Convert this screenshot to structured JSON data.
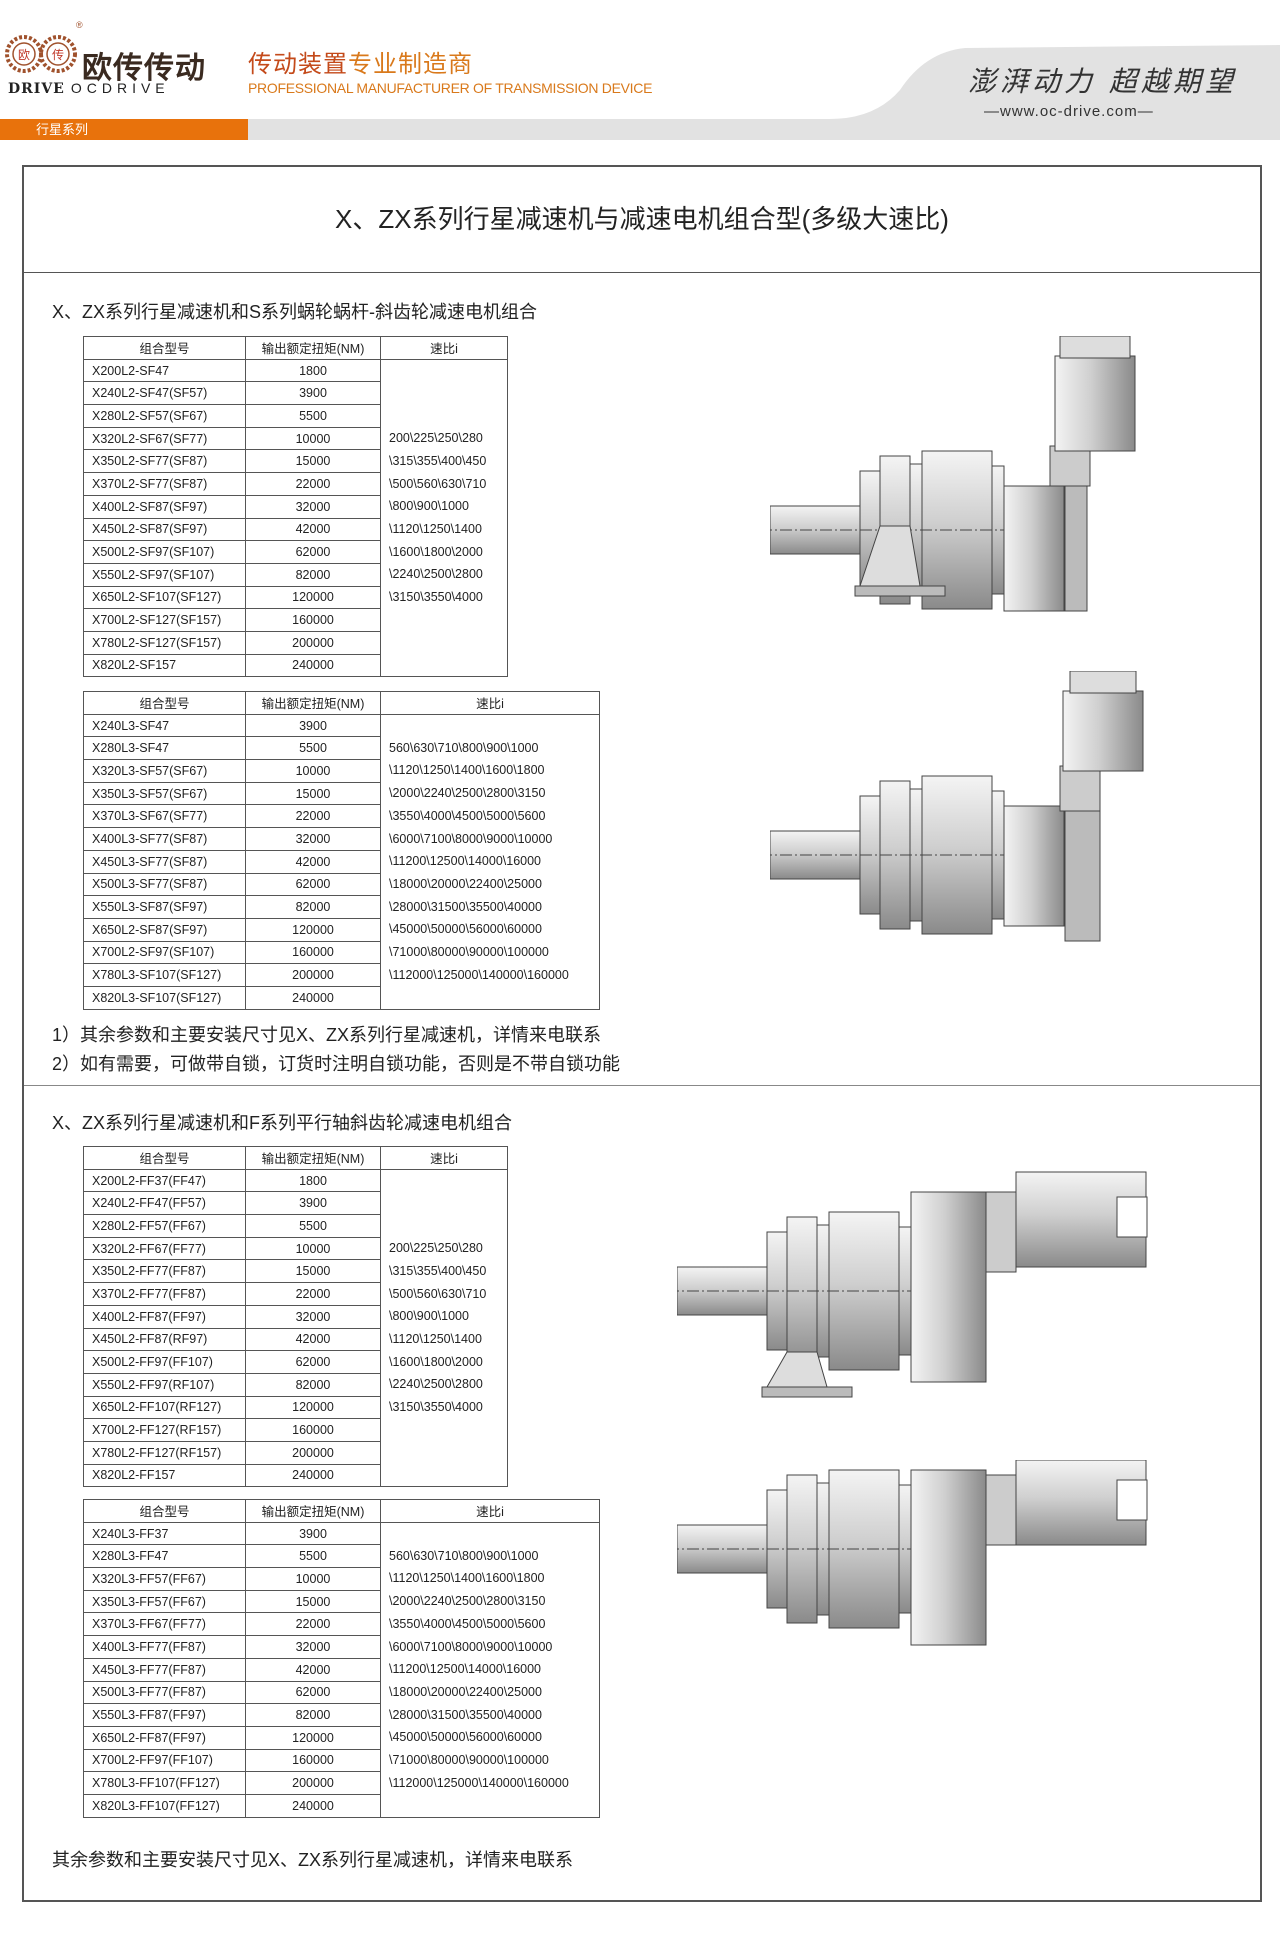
{
  "header": {
    "brand_cn": "欧传传动",
    "brand_en_left": "DRIVE",
    "brand_en": "OCDRIVE",
    "logo_chars": [
      "欧",
      "传"
    ],
    "registered": "®",
    "slogan_cn_a": "传动装置",
    "slogan_cn_b": "专业制造商",
    "slogan_en": "PROFESSIONAL MANUFACTURER OF TRANSMISSION DEVICE",
    "motto": "澎湃动力 超越期望",
    "website": "—www.oc-drive.com—",
    "category_tab": "行星系列",
    "colors": {
      "orange": "#e8720c",
      "red": "#c44a1a"
    }
  },
  "page_title": "X、ZX系列行星减速机与减速电机组合型(多级大速比)",
  "section1": {
    "heading": "X、ZX系列行星减速机和S系列蜗轮蜗杆-斜齿轮减速电机组合",
    "notes": [
      "1）其余参数和主要安装尺寸见X、ZX系列行星减速机，详情来电联系",
      "2）如有需要，可做带自锁，订货时注明自锁功能，否则是不带自锁功能"
    ]
  },
  "section2": {
    "heading": "X、ZX系列行星减速机和F系列平行轴斜齿轮减速电机组合",
    "note": "其余参数和主要安装尺寸见X、ZX系列行星减速机，详情来电联系"
  },
  "columns": [
    "组合型号",
    "输出额定扭矩(NM)",
    "速比i"
  ],
  "tables": [
    {
      "rows": [
        [
          "X200L2-SF47",
          "1800"
        ],
        [
          "X240L2-SF47(SF57)",
          "3900"
        ],
        [
          "X280L2-SF57(SF67)",
          "5500"
        ],
        [
          "X320L2-SF67(SF77)",
          "10000"
        ],
        [
          "X350L2-SF77(SF87)",
          "15000"
        ],
        [
          "X370L2-SF77(SF87)",
          "22000"
        ],
        [
          "X400L2-SF87(SF97)",
          "32000"
        ],
        [
          "X450L2-SF87(SF97)",
          "42000"
        ],
        [
          "X500L2-SF97(SF107)",
          "62000"
        ],
        [
          "X550L2-SF97(SF107)",
          "82000"
        ],
        [
          "X650L2-SF107(SF127)",
          "120000"
        ],
        [
          "X700L2-SF127(SF157)",
          "160000"
        ],
        [
          "X780L2-SF127(SF157)",
          "200000"
        ],
        [
          "X820L2-SF157",
          "240000"
        ]
      ],
      "ratios": [
        "200\\225\\250\\280",
        "\\315\\355\\400\\450",
        "\\500\\560\\630\\710",
        "\\800\\900\\1000",
        "\\1120\\1250\\1400",
        "\\1600\\1800\\2000",
        "\\2240\\2500\\2800",
        "\\3150\\3550\\4000"
      ]
    },
    {
      "rows": [
        [
          "X240L3-SF47",
          "3900"
        ],
        [
          "X280L3-SF47",
          "5500"
        ],
        [
          "X320L3-SF57(SF67)",
          "10000"
        ],
        [
          "X350L3-SF57(SF67)",
          "15000"
        ],
        [
          "X370L3-SF67(SF77)",
          "22000"
        ],
        [
          "X400L3-SF77(SF87)",
          "32000"
        ],
        [
          "X450L3-SF77(SF87)",
          "42000"
        ],
        [
          "X500L3-SF77(SF87)",
          "62000"
        ],
        [
          "X550L3-SF87(SF97)",
          "82000"
        ],
        [
          "X650L2-SF87(SF97)",
          "120000"
        ],
        [
          "X700L2-SF97(SF107)",
          "160000"
        ],
        [
          "X780L3-SF107(SF127)",
          "200000"
        ],
        [
          "X820L3-SF107(SF127)",
          "240000"
        ]
      ],
      "ratios": [
        "560\\630\\710\\800\\900\\1000",
        "\\1120\\1250\\1400\\1600\\1800",
        "\\2000\\2240\\2500\\2800\\3150",
        "\\3550\\4000\\4500\\5000\\5600",
        "\\6000\\7100\\8000\\9000\\10000",
        "\\11200\\12500\\14000\\16000",
        "\\18000\\20000\\22400\\25000",
        "\\28000\\31500\\35500\\40000",
        "\\45000\\50000\\56000\\60000",
        "\\71000\\80000\\90000\\100000",
        "\\112000\\125000\\140000\\160000"
      ]
    },
    {
      "rows": [
        [
          "X200L2-FF37(FF47)",
          "1800"
        ],
        [
          "X240L2-FF47(FF57)",
          "3900"
        ],
        [
          "X280L2-FF57(FF67)",
          "5500"
        ],
        [
          "X320L2-FF67(FF77)",
          "10000"
        ],
        [
          "X350L2-FF77(FF87)",
          "15000"
        ],
        [
          "X370L2-FF77(FF87)",
          "22000"
        ],
        [
          "X400L2-FF87(FF97)",
          "32000"
        ],
        [
          "X450L2-FF87(RF97)",
          "42000"
        ],
        [
          "X500L2-FF97(FF107)",
          "62000"
        ],
        [
          "X550L2-FF97(RF107)",
          "82000"
        ],
        [
          "X650L2-FF107(RF127)",
          "120000"
        ],
        [
          "X700L2-FF127(RF157)",
          "160000"
        ],
        [
          "X780L2-FF127(RF157)",
          "200000"
        ],
        [
          "X820L2-FF157",
          "240000"
        ]
      ],
      "ratios": [
        "200\\225\\250\\280",
        "\\315\\355\\400\\450",
        "\\500\\560\\630\\710",
        "\\800\\900\\1000",
        "\\1120\\1250\\1400",
        "\\1600\\1800\\2000",
        "\\2240\\2500\\2800",
        "\\3150\\3550\\4000"
      ]
    },
    {
      "rows": [
        [
          "X240L3-FF37",
          "3900"
        ],
        [
          "X280L3-FF47",
          "5500"
        ],
        [
          "X320L3-FF57(FF67)",
          "10000"
        ],
        [
          "X350L3-FF57(FF67)",
          "15000"
        ],
        [
          "X370L3-FF67(FF77)",
          "22000"
        ],
        [
          "X400L3-FF77(FF87)",
          "32000"
        ],
        [
          "X450L3-FF77(FF87)",
          "42000"
        ],
        [
          "X500L3-FF77(FF87)",
          "62000"
        ],
        [
          "X550L3-FF87(FF97)",
          "82000"
        ],
        [
          "X650L2-FF87(FF97)",
          "120000"
        ],
        [
          "X700L2-FF97(FF107)",
          "160000"
        ],
        [
          "X780L3-FF107(FF127)",
          "200000"
        ],
        [
          "X820L3-FF107(FF127)",
          "240000"
        ]
      ],
      "ratios": [
        "560\\630\\710\\800\\900\\1000",
        "\\1120\\1250\\1400\\1600\\1800",
        "\\2000\\2240\\2500\\2800\\3150",
        "\\3550\\4000\\4500\\5000\\5600",
        "\\6000\\7100\\8000\\9000\\10000",
        "\\11200\\12500\\14000\\16000",
        "\\18000\\20000\\22400\\25000",
        "\\28000\\31500\\35500\\40000",
        "\\45000\\50000\\56000\\60000",
        "\\71000\\80000\\90000\\100000",
        "\\112000\\125000\\140000\\160000"
      ]
    }
  ]
}
